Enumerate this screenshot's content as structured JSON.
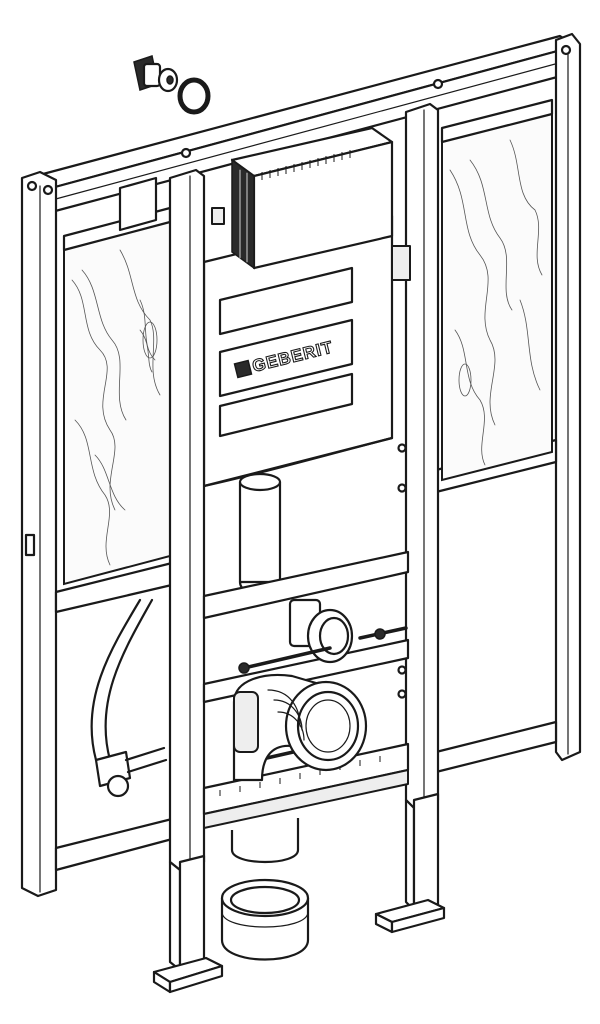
{
  "diagram": {
    "brand_label": "GEBERIT",
    "parts": [
      "frame-top-rail",
      "frame-left-post",
      "frame-right-post",
      "inner-left-post",
      "inner-right-post",
      "cistern-body",
      "cistern-top-module",
      "plywood-board-left",
      "plywood-board-right",
      "flush-pipe",
      "drain-bend",
      "water-supply-valve",
      "sealing-ring",
      "waste-connector-sleeve",
      "floor-foot-left",
      "floor-foot-right",
      "mounting-rods",
      "flexible-hose",
      "angle-valve"
    ],
    "colors": {
      "line": "#1a1a1a",
      "background": "#ffffff",
      "logo_fill": "#ffffff"
    }
  }
}
